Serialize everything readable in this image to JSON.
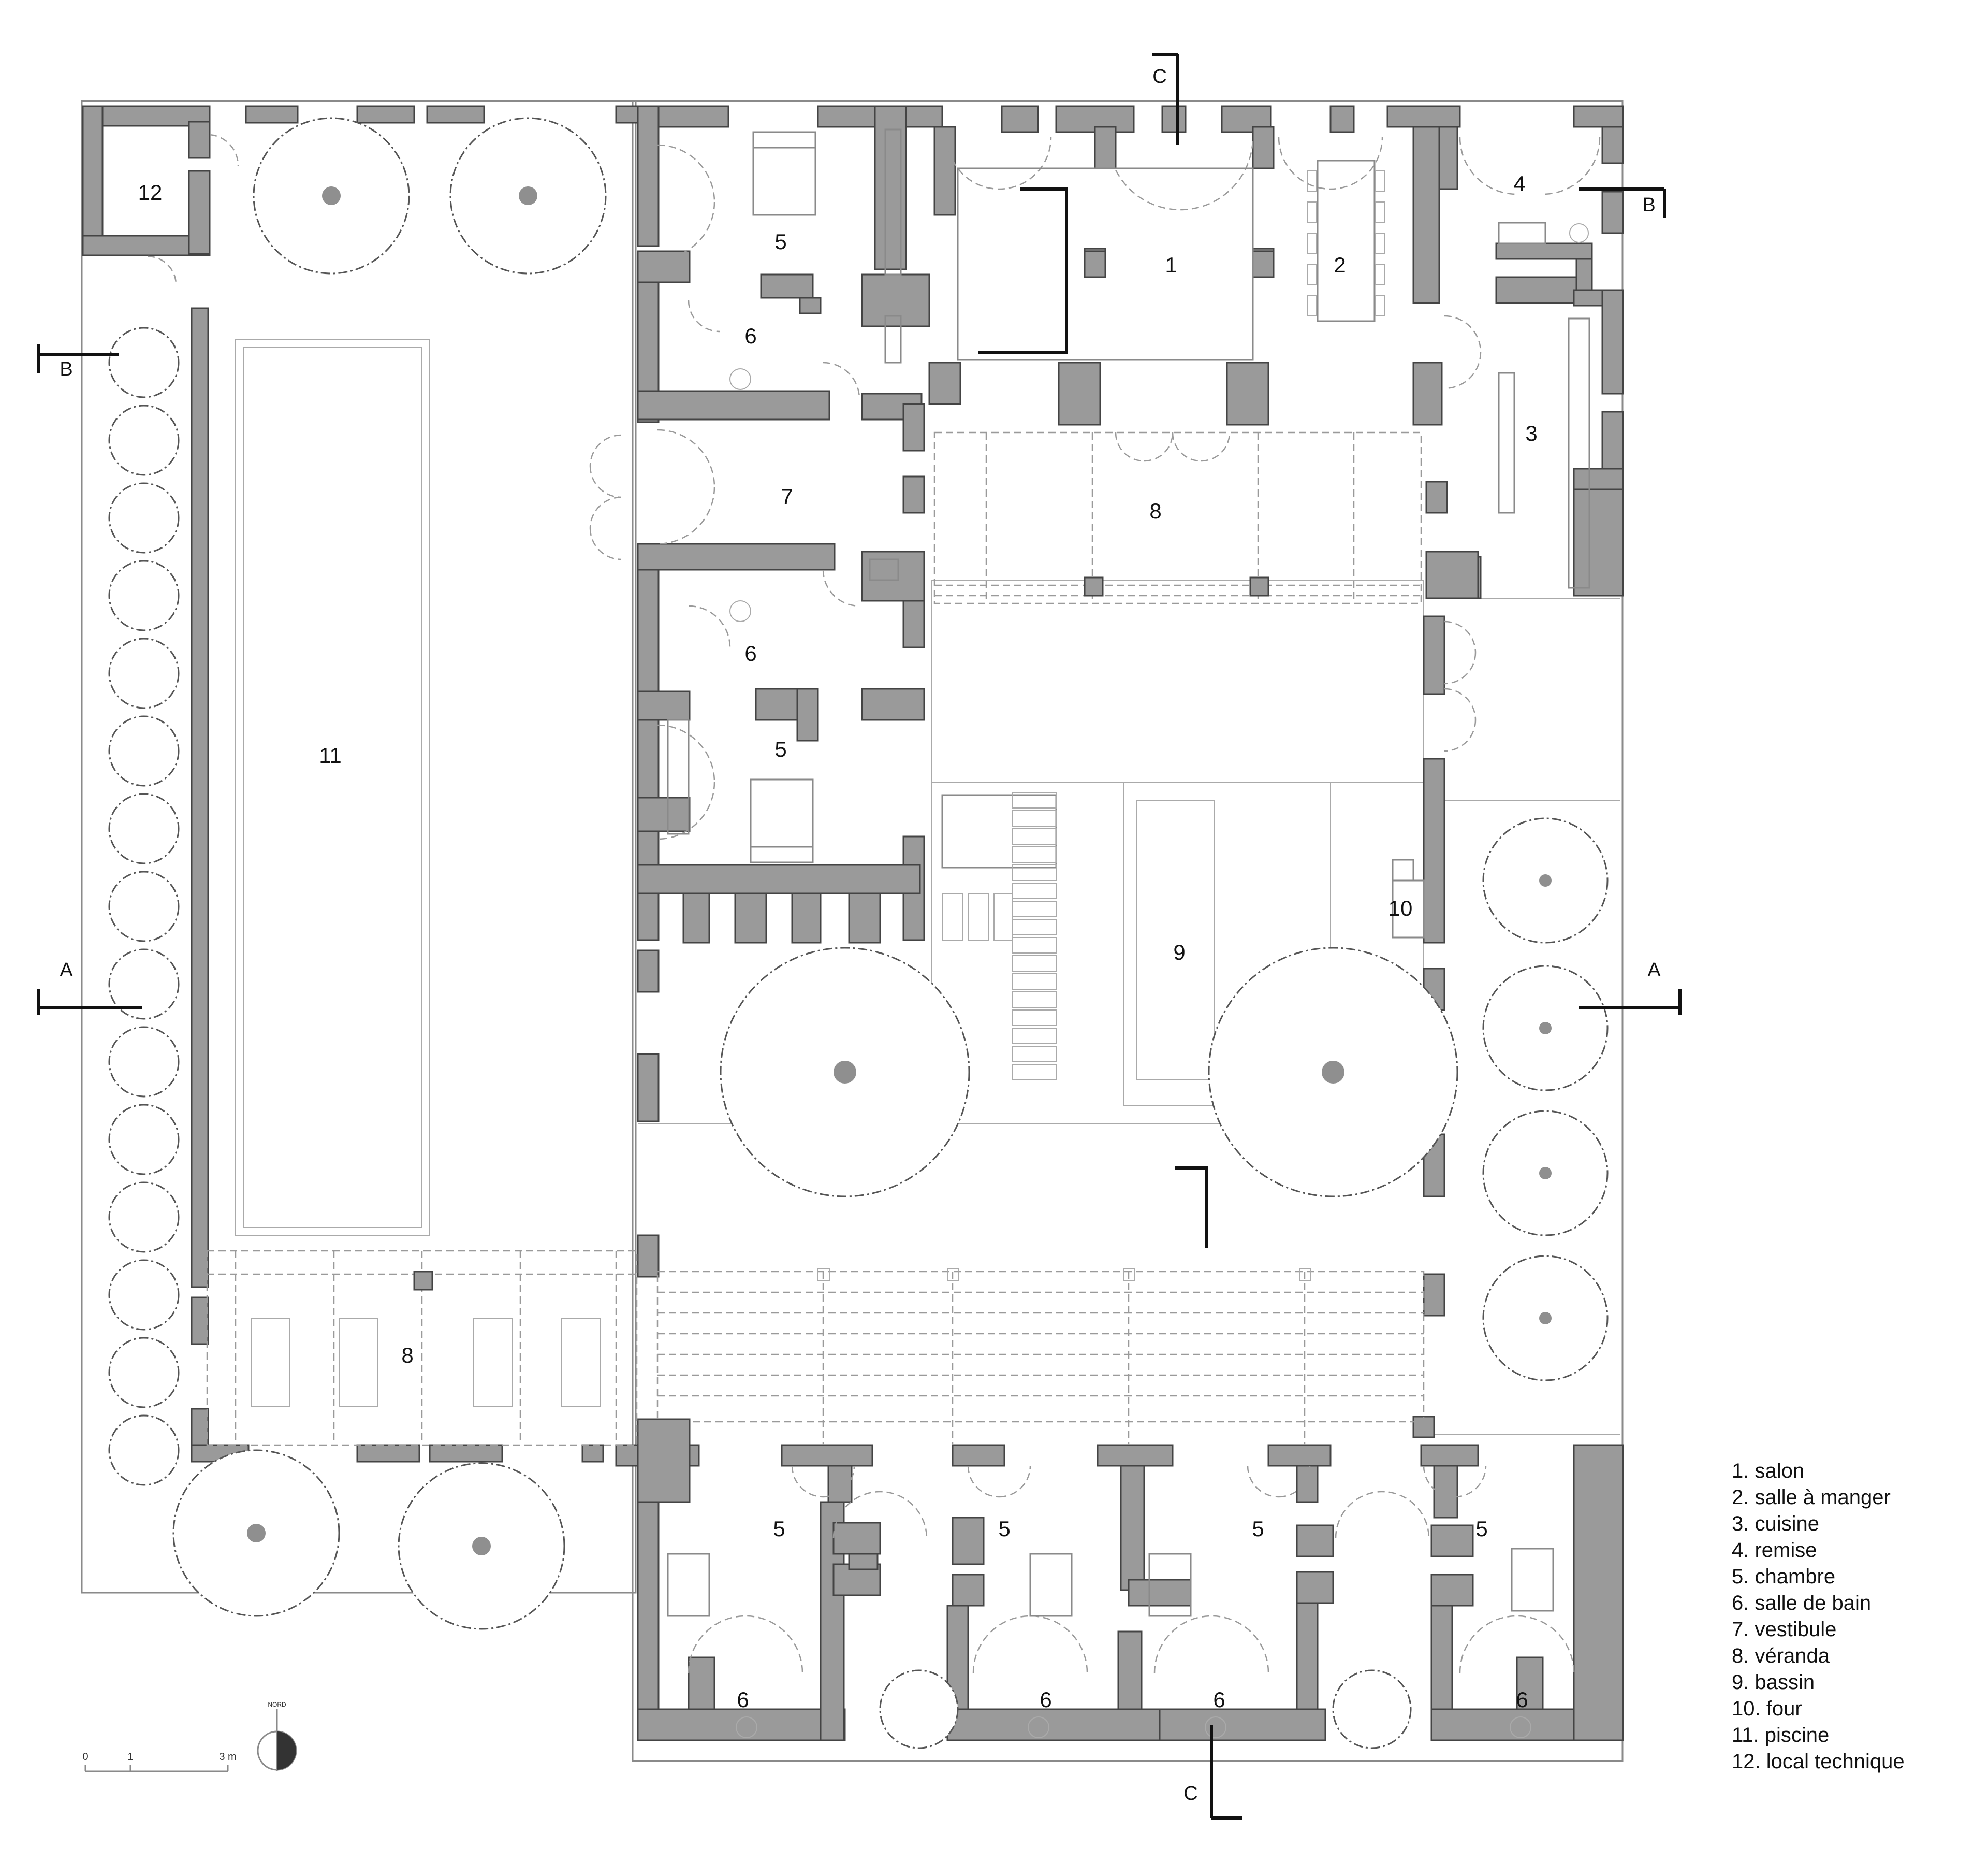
{
  "rooms": [
    {
      "key": "r1",
      "num": "1"
    },
    {
      "key": "r2",
      "num": "2"
    },
    {
      "key": "r3",
      "num": "3"
    },
    {
      "key": "r4",
      "num": "4"
    },
    {
      "key": "r5a",
      "num": "5"
    },
    {
      "key": "r5b",
      "num": "5"
    },
    {
      "key": "r5c",
      "num": "5"
    },
    {
      "key": "r5d",
      "num": "5"
    },
    {
      "key": "r5e",
      "num": "5"
    },
    {
      "key": "r5f",
      "num": "5"
    },
    {
      "key": "r6a",
      "num": "6"
    },
    {
      "key": "r6b",
      "num": "6"
    },
    {
      "key": "r6c",
      "num": "6"
    },
    {
      "key": "r6d",
      "num": "6"
    },
    {
      "key": "r6e",
      "num": "6"
    },
    {
      "key": "r6f",
      "num": "6"
    },
    {
      "key": "r7",
      "num": "7"
    },
    {
      "key": "r8a",
      "num": "8"
    },
    {
      "key": "r8b",
      "num": "8"
    },
    {
      "key": "r9",
      "num": "9"
    },
    {
      "key": "r10",
      "num": "10"
    },
    {
      "key": "r11",
      "num": "11"
    },
    {
      "key": "r12",
      "num": "12"
    }
  ],
  "section_markers": {
    "a_left": "A",
    "a_right": "A",
    "b_left": "B",
    "b_right": "B",
    "c_top": "C",
    "c_bottom": "C"
  },
  "scale": {
    "zero": "0",
    "one": "1",
    "three": "3 m"
  },
  "north": "NORD",
  "legend": [
    "1. salon",
    "2. salle à manger",
    "3. cuisine",
    "4. remise",
    "5. chambre",
    "6. salle de bain",
    "7. vestibule",
    "8. véranda",
    "9. bassin",
    "10. four",
    "11. piscine",
    "12. local technique"
  ]
}
